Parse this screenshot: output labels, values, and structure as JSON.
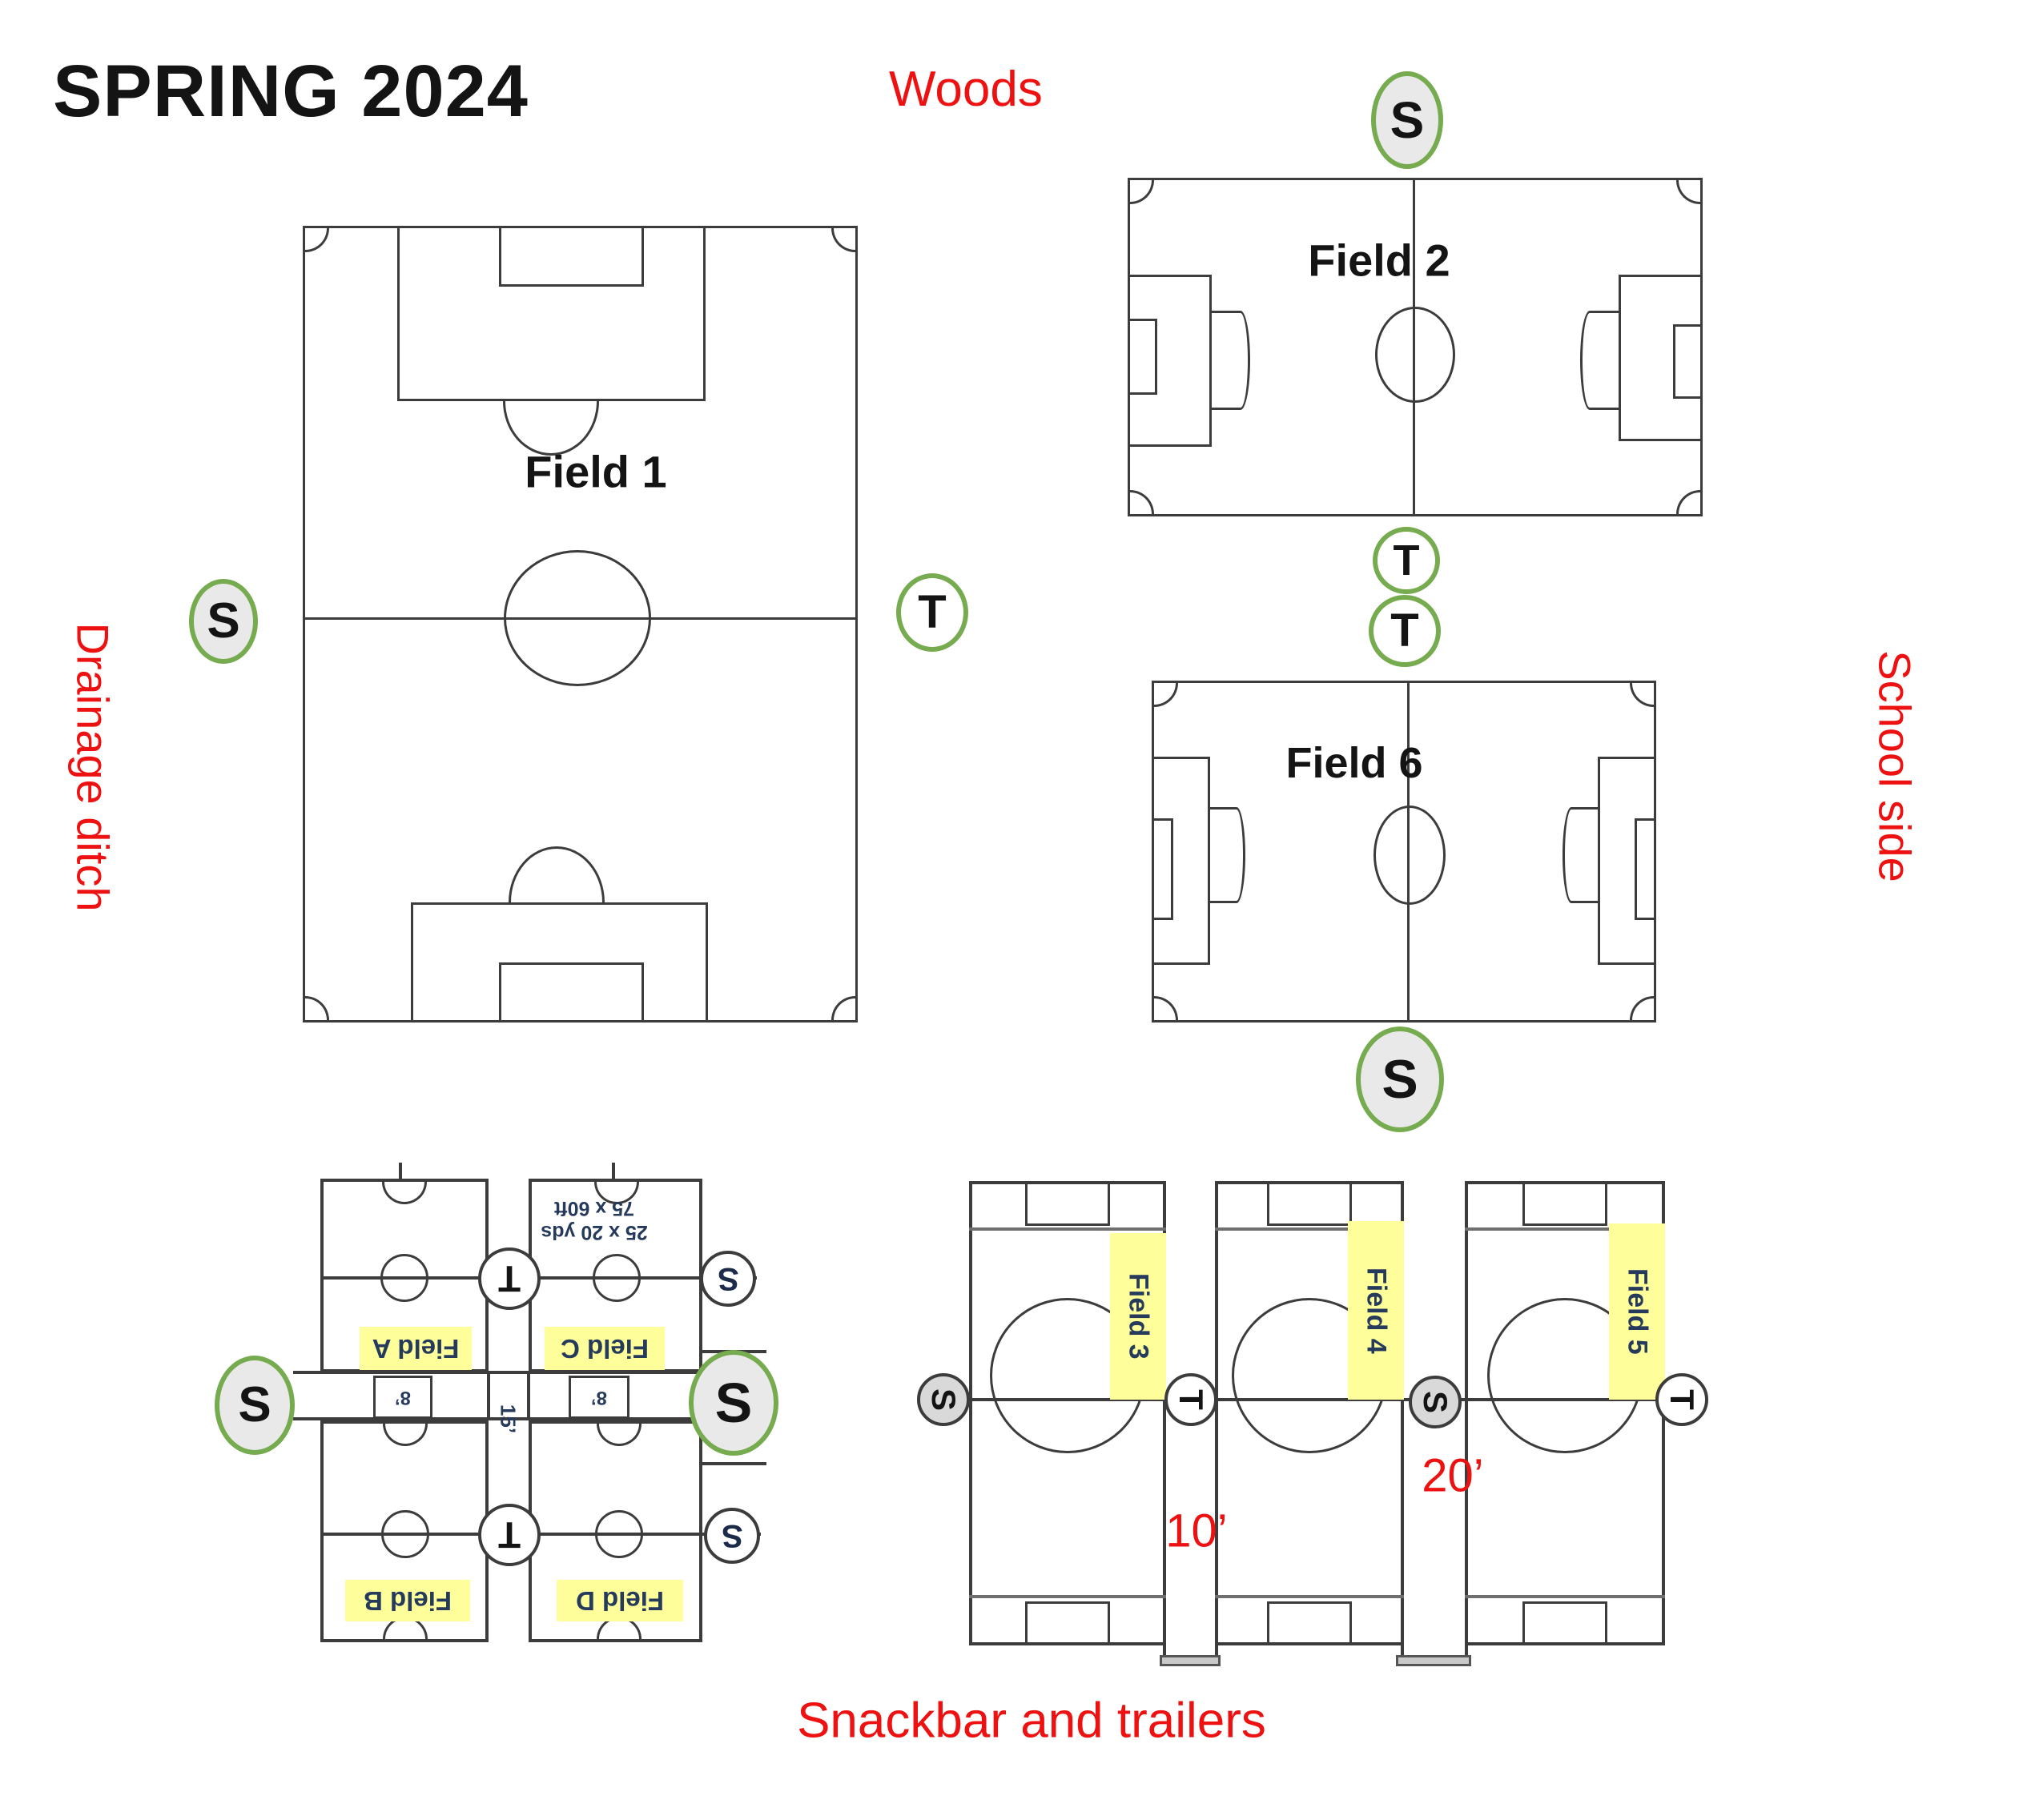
{
  "title": "SPRING 2024",
  "surroundings": {
    "top": "Woods",
    "left": "Drainage ditch",
    "right": "School side",
    "bottom": "Snackbar and trailers"
  },
  "markers": {
    "s": "S",
    "t": "T"
  },
  "fields": {
    "f1": "Field 1",
    "f2": "Field 2",
    "f3": "Field 3",
    "f4": "Field 4",
    "f5": "Field 5",
    "f6": "Field 6",
    "fa": "Field A",
    "fb": "Field B",
    "fc": "Field C",
    "fd": "Field D"
  },
  "annotations": {
    "dims_line1": "25 x 20 yds",
    "dims_line2": "75 x 60ft",
    "corridor_width": "15’",
    "goal_width": "8’",
    "gap_3_4": "10’",
    "gap_4_5": "20’"
  },
  "colors": {
    "red": "#ee1111",
    "yellow": "#feff9b",
    "navy": "#263a5c",
    "green_ring": "#76ab4f",
    "gray_fill": "#e9e9e9",
    "line": "#3c3c3c"
  }
}
